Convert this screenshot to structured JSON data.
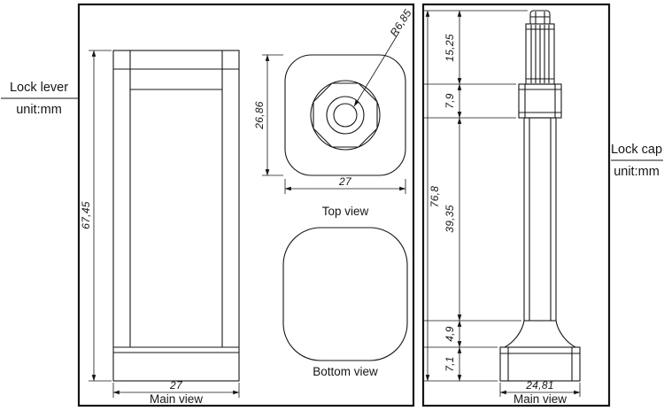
{
  "side_labels": {
    "left": {
      "title": "Lock lever",
      "unit": "unit:mm"
    },
    "right": {
      "title": "Lock cap",
      "unit": "unit:mm"
    }
  },
  "lock_lever": {
    "main_view": {
      "caption": "Main view",
      "height": "67,45",
      "width": "27"
    },
    "top_view": {
      "caption": "Top view",
      "height": "26,86",
      "width": "27",
      "radius": "R6,85"
    },
    "bottom_view": {
      "caption": "Bottom view"
    }
  },
  "lock_cap": {
    "main_view": {
      "caption": "Main view",
      "overall_height": "76,8",
      "segment_heights": [
        "15,25",
        "7,9",
        "39,35",
        "4,9",
        "7,1"
      ],
      "base_width": "24,81"
    }
  },
  "colors": {
    "ink": "#161616",
    "background": "#ffffff"
  }
}
